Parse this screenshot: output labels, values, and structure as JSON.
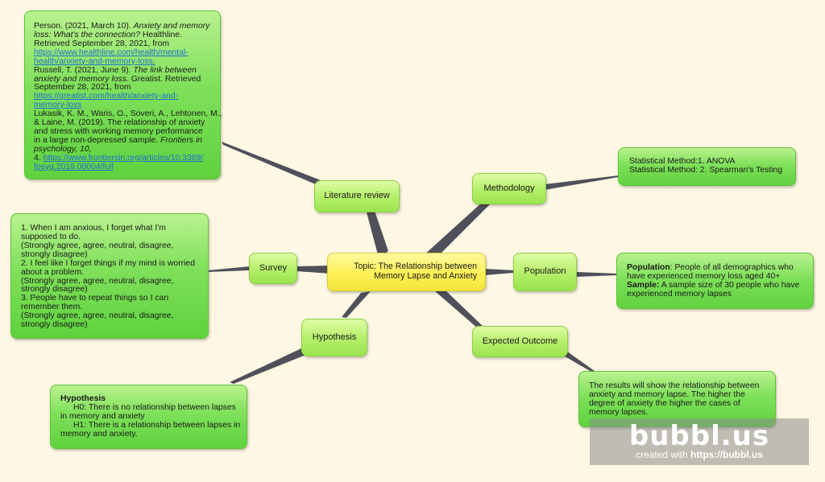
{
  "topic": {
    "line1": "Topic: The Relationship between",
    "line2": "Memory Lapse and Anxiety"
  },
  "labels": {
    "literature": "Literature review",
    "methodology": "Methodology",
    "survey": "Survey",
    "population": "Population",
    "hypothesis": "Hypothesis",
    "expected": "Expected Outcome"
  },
  "literature": {
    "l1a": "Person. (2021, March 10). ",
    "l1b": "Anxiety and memory",
    "l2": "loss: What's the connection?",
    "l2b": " Healthline.",
    "l3": "Retrieved September 28, 2021, from",
    "l4": "https://www.healthline.com/health/mental-",
    "l5": "health/anxiety-and-memory-loss.",
    "l6": "Russell, T. (2021, June 9). ",
    "l6b": "The link between",
    "l7": "anxiety and memory loss.",
    "l7b": " Greatist. Retrieved",
    "l8": "September 28, 2021, from",
    "l9": "https://greatist.com/health/anxiety-and-",
    "l10": "memory-loss",
    "l11": "Lukasik, K. M., Waris, O., Soveri, A., Lehtonen, M.,",
    "l12": "& Laine, M. (2019). The relationship of anxiety",
    "l13": "and stress with working memory performance",
    "l14": "in a large non-depressed sample. ",
    "l14b": "Frontiers in",
    "l15": "psychology, 10,",
    "l16a": "4. ",
    "l16b": "https://www.frontiersin.org/articles/10.3389/",
    "l17": "fpsyg.2019.00004/full"
  },
  "methods": {
    "l1": "Statistical Method:1. ANOVA",
    "l2": "Statistical Method: 2. Spearman's Testing"
  },
  "survey": {
    "l1": "1. When I am anxious, I forget what I'm",
    "l2": "supposed to do.",
    "l3": "(Strongly agree, agree, neutral, disagree,",
    "l4": "strongly disagree)",
    "l5": "2.  I feel like I forget things if my mind is worried",
    "l6": "about a problem.",
    "l7": "(Strongly agree, agree, neutral, disagree,",
    "l8": "strongly disagree)",
    "l9": "3.  People have to repeat things so I can",
    "l10": "remember them.",
    "l11": "(Strongly agree, agree, neutral, disagree,",
    "l12": "strongly disagree)"
  },
  "population": {
    "b1": "Population",
    "t1": ": People of all demographics who",
    "l2": "have experienced memory loss aged 40+",
    "b3": "Sample:",
    "t3": " A sample size of 30 people who have",
    "l4": "experienced memory lapses"
  },
  "hypo": {
    "title": "Hypothesis",
    "l1": "H0: There is no relationship between lapses",
    "l2": "in memory and anxiety",
    "l3": "H1: There is a relationship between lapses in",
    "l4": "memory and anxiety."
  },
  "outcome": {
    "l1": "The results will show the relationship between",
    "l2": "anxiety and memory lapse. The higher the",
    "l3": "degree of anxiety the higher the cases of",
    "l4": "memory lapses."
  },
  "brand": {
    "logo": "bubbl.us",
    "sub_a": "created with ",
    "sub_b": "https://bubbl.us"
  },
  "colors": {
    "node_green": "#7fe05a",
    "label_green": "#b7f06d",
    "topic_yellow": "#fff05a",
    "connector": "#50505a",
    "background": "#fdf7e3",
    "link": "#1f6fd1"
  }
}
